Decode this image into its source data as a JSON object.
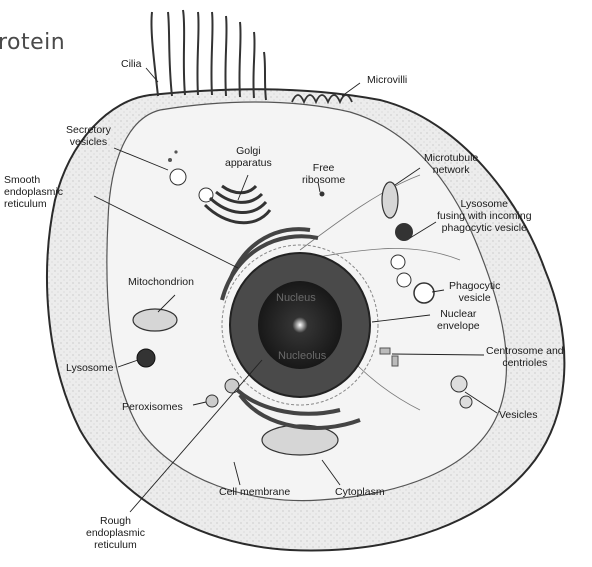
{
  "partial_title": "rotein",
  "labels": {
    "cilia": "Cilia",
    "microvilli": "Microvilli",
    "secretory_vesicles": "Secretory\nvesicles",
    "golgi_apparatus": "Golgi\napparatus",
    "smooth_er": "Smooth\nendoplasmic\nreticulum",
    "microtubule_network": "Microtubule\nnetwork",
    "free_ribosome": "Free\nribosome",
    "lysosome_fusing": "Lysosome\nfusing with incoming\nphagocytic vesicle",
    "mitochondrion": "Mitochondrion",
    "phagocytic_vesicle": "Phagocytic\nvesicle",
    "nuclear_envelope": "Nuclear\nenvelope",
    "centrosome": "Centrosome and\ncentrioles",
    "lysosome": "Lysosome",
    "peroxisomes": "Peroxisomes",
    "vesicles": "Vesicles",
    "cell_membrane": "Cell membrane",
    "cytoplasm": "Cytoplasm",
    "rough_er": "Rough\nendoplasmic\nreticulum",
    "nucleolus": "Nucleolus",
    "nucleus": "Nucleus"
  }
}
